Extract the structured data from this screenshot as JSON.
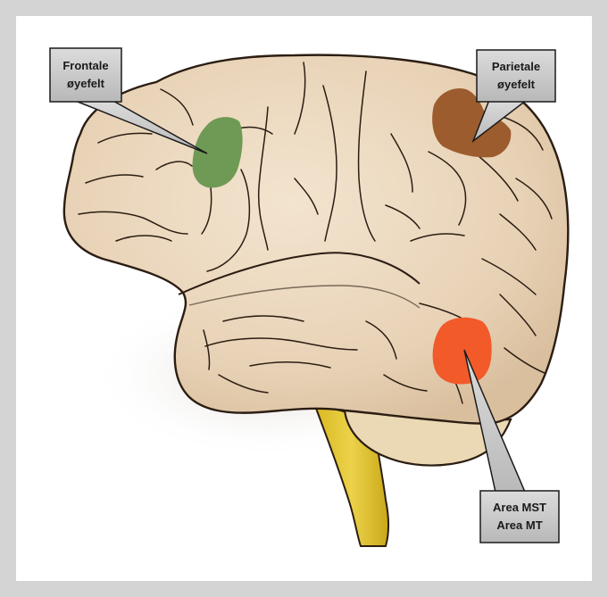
{
  "labels": {
    "frontal": {
      "line1": "Frontale",
      "line2": "øyefelt"
    },
    "parietal": {
      "line1": "Parietale",
      "line2": "øyefelt"
    },
    "mst_mt": {
      "line1": "Area MST",
      "line2": "Area MT"
    }
  },
  "colors": {
    "frame": "#d4d4d4",
    "brain_fill": "#ecd8bf",
    "sulcus_stroke": "#2b1d12",
    "frontal_eye_field": "#6f9a55",
    "parietal_eye_field": "#9c5c2e",
    "area_mst_mt": "#f25a2a",
    "brainstem": "#e3c72f",
    "cerebellum": "#ead9b4",
    "callout_box": "#c9c9c9"
  }
}
